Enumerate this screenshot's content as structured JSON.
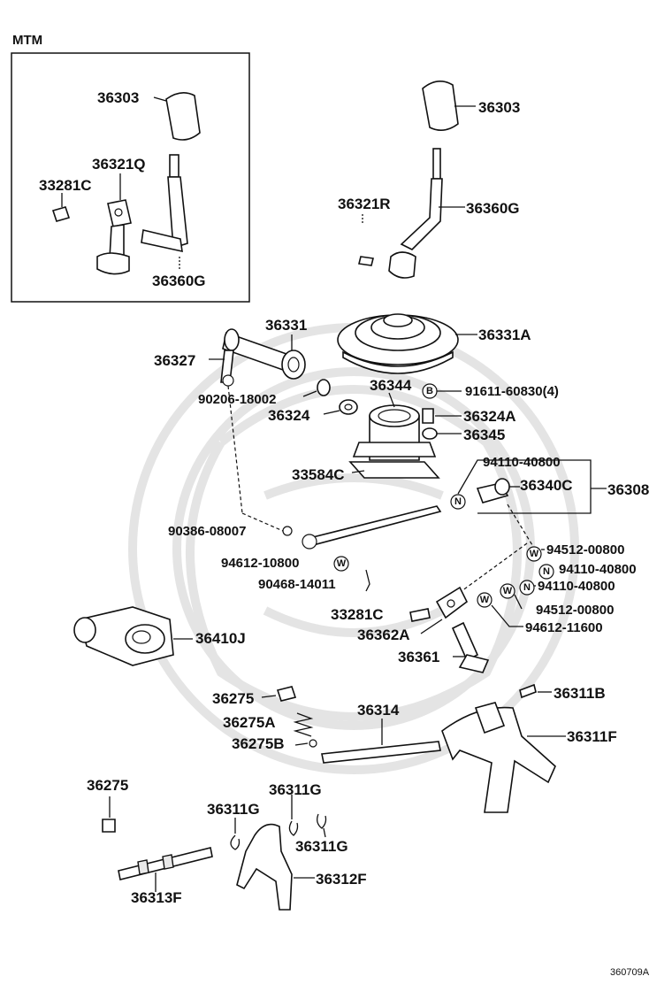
{
  "inset": {
    "title": "MTM"
  },
  "labels": {
    "p36303_inset": "36303",
    "p36321q": "36321Q",
    "p33281c_inset": "33281C",
    "p36360g_inset": "36360G",
    "p36303": "36303",
    "p36321r": "36321R",
    "p36360g": "36360G",
    "p36331": "36331",
    "p36331a": "36331A",
    "p36327": "36327",
    "p90206": "90206-18002",
    "p36344": "36344",
    "p91611": "91611-60830(4)",
    "p36324": "36324",
    "p36324a": "36324A",
    "p36345": "36345",
    "p33584c": "33584C",
    "p94110a": "94110-40800",
    "p36340c": "36340C",
    "p36308": "36308",
    "p90386": "90386-08007",
    "p94512a": "94512-00800",
    "p94612a": "94612-10800",
    "p94110b": "94110-40800",
    "p90468": "90468-14011",
    "p94110c": "94110-40800",
    "p33281c": "33281C",
    "p94512b": "94512-00800",
    "p36362a": "36362A",
    "p94612b": "94612-11600",
    "p36410j": "36410J",
    "p36361": "36361",
    "p36275a_top": "36275",
    "p36311b": "36311B",
    "p36275a": "36275A",
    "p36314": "36314",
    "p36311f": "36311F",
    "p36275b": "36275B",
    "p36275": "36275",
    "p36311g_a": "36311G",
    "p36311g_b": "36311G",
    "p36311g_c": "36311G",
    "p36312f": "36312F",
    "p36313f": "36313F"
  },
  "markers": {
    "bolt": "B",
    "nut": "N",
    "washer": "W"
  },
  "footer": {
    "code": "360709A"
  }
}
